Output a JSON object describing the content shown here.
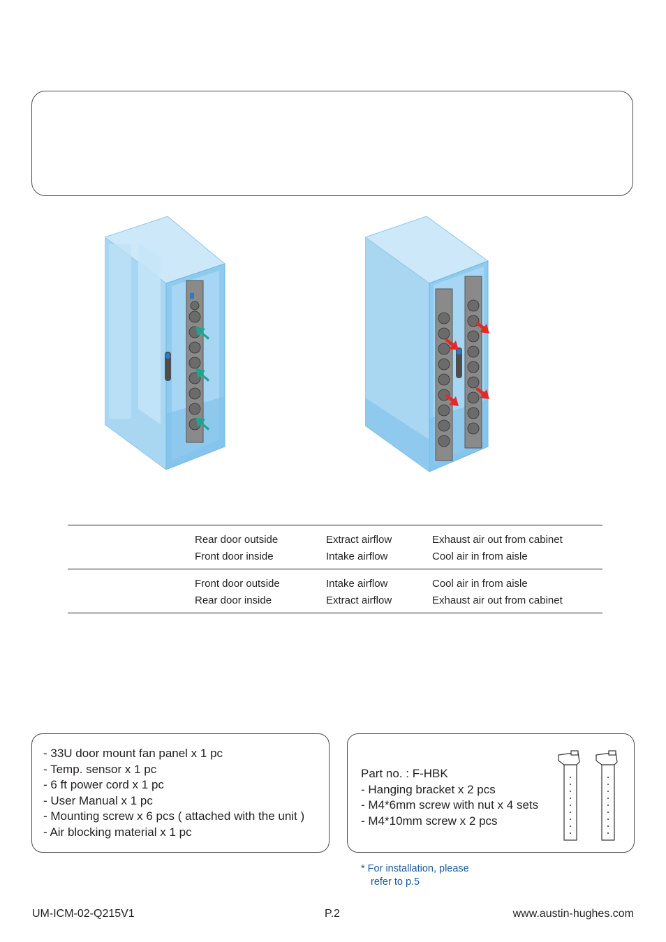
{
  "mode_table": {
    "rows": [
      {
        "position": "Rear door outside",
        "airflow": "Extract airflow",
        "description": "Exhaust air out from cabinet"
      },
      {
        "position": "Front door inside",
        "airflow": "Intake airflow",
        "description": "Cool air in from aisle"
      },
      {
        "position": "Front door outside",
        "airflow": "Intake airflow",
        "description": "Cool air in from aisle"
      },
      {
        "position": "Rear door inside",
        "airflow": "Extract airflow",
        "description": "Exhaust air out from cabinet"
      }
    ]
  },
  "package_contents": {
    "items": [
      "- 33U door mount fan panel x 1 pc",
      "- Temp. sensor x 1 pc",
      "- 6 ft power cord x 1 pc",
      "- User Manual x 1 pc",
      "- Mounting screw x 6 pcs ( attached with the unit )",
      "- Air blocking material x 1 pc"
    ]
  },
  "optional_kit": {
    "items": [
      "Part no. : F-HBK",
      "- Hanging bracket x 2 pcs",
      "- M4*6mm screw with nut x 4 sets",
      "- M4*10mm screw x 2 pcs"
    ],
    "note_line1": "* For installation, please",
    "note_line2": "refer to p.5"
  },
  "footer": {
    "doc_id": "UM-ICM-02-Q215V1",
    "page": "P.2",
    "website": "www.austin-hughes.com"
  },
  "colors": {
    "cabinet_blue": "#9fd0ef",
    "intake_arrow": "#1fa58f",
    "extract_arrow": "#e32b26",
    "note_blue": "#1a5a9a"
  }
}
